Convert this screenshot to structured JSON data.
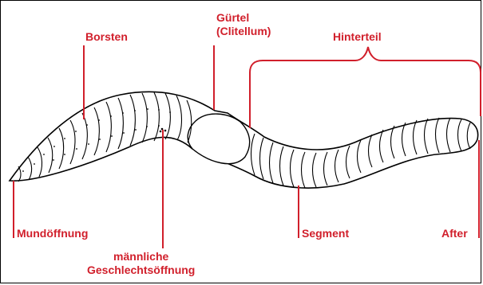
{
  "labels": {
    "borsten": "Borsten",
    "guertel_line1": "Gürtel",
    "guertel_line2": "(Clitellum)",
    "hinterteil": "Hinterteil",
    "mundoeffnung": "Mundöffnung",
    "segment": "Segment",
    "after": "After",
    "maennliche_line1": "männliche",
    "maennliche_line2": "Geschlechtsöffnung"
  },
  "colors": {
    "label": "#d11f2b",
    "leader": "#d11f2b",
    "outline": "#000000",
    "background": "#ffffff"
  }
}
